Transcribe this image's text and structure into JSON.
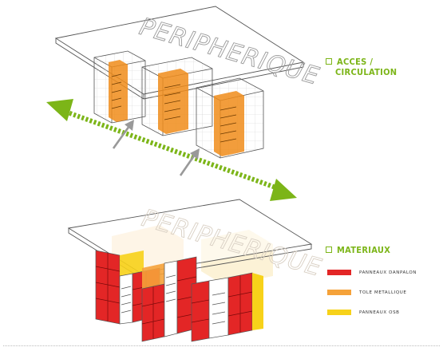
{
  "top_diagram": {
    "road_label": "PERIPHERIQUE",
    "caption": [
      "ACCES /",
      "CIRCULATION"
    ]
  },
  "bottom_diagram": {
    "road_label": "PERIPHERIQUE",
    "caption": "MATERIAUX",
    "legend": [
      {
        "label": "PANNEAUX DANPALON",
        "color": "#e32626"
      },
      {
        "label": "TOLE METALLIQUE",
        "color": "#f5a23a"
      },
      {
        "label": "PANNEAUX OSB",
        "color": "#f7d21a"
      }
    ]
  },
  "colors": {
    "accent": "#7cb518",
    "circulation": "#f08c1a",
    "arrow_gray": "#999999"
  }
}
